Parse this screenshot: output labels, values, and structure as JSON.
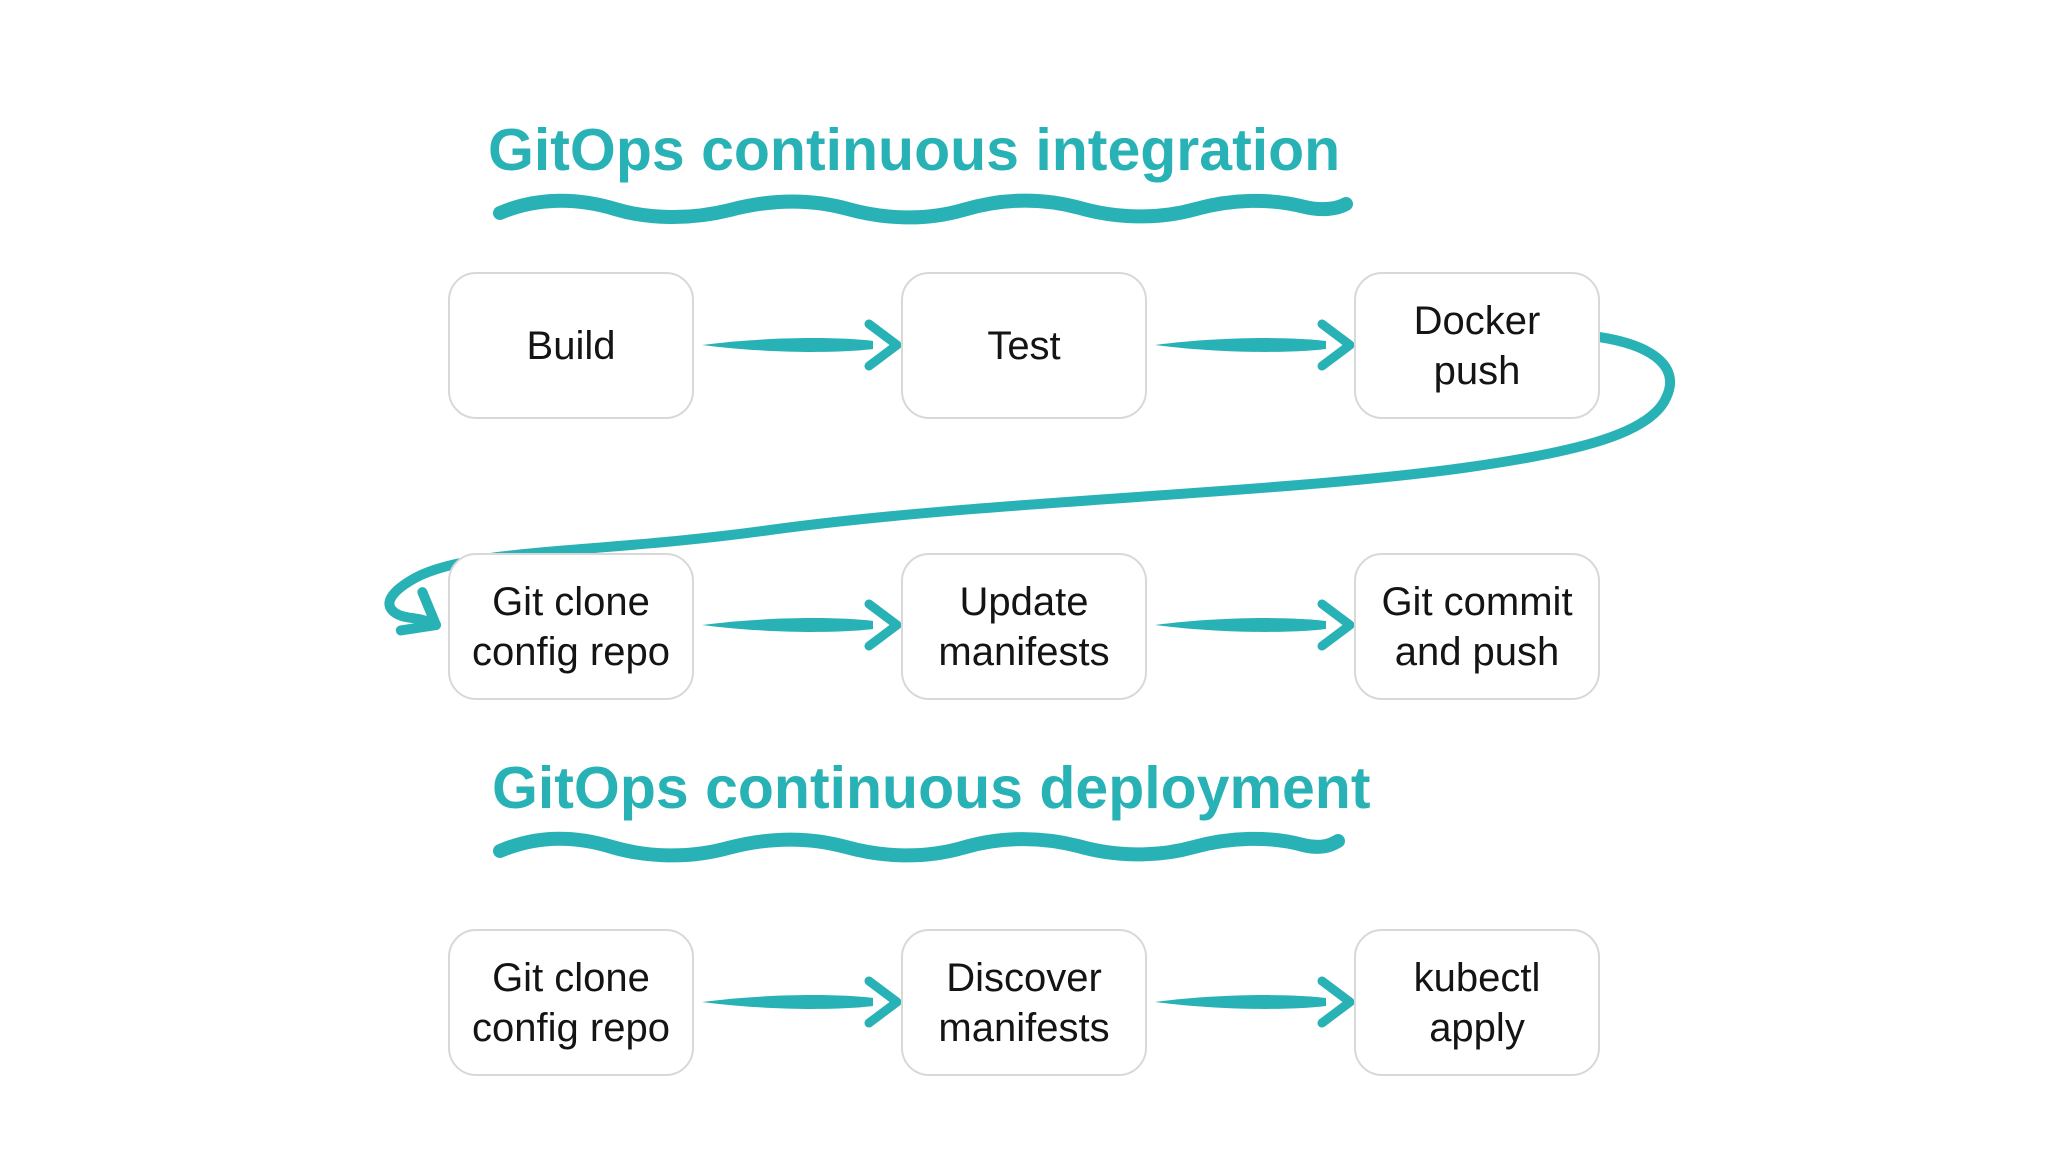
{
  "colors": {
    "accent": "#29b2b6",
    "box_border": "#d8d8d8",
    "box_fill": "#ffffff",
    "label_text": "#141414",
    "page_bg": "#ffffff"
  },
  "ci": {
    "title": "GitOps continuous integration",
    "row1": [
      {
        "line1": "Build"
      },
      {
        "line1": "Test"
      },
      {
        "line1": "Docker",
        "line2": "push"
      }
    ],
    "row2": [
      {
        "line1": "Git clone",
        "line2": "config repo"
      },
      {
        "line1": "Update",
        "line2": "manifests"
      },
      {
        "line1": "Git commit",
        "line2": "and push"
      }
    ]
  },
  "cd": {
    "title": "GitOps continuous deployment",
    "row": [
      {
        "line1": "Git clone",
        "line2": "config repo"
      },
      {
        "line1": "Discover",
        "line2": "manifests"
      },
      {
        "line1": "kubectl",
        "line2": "apply"
      }
    ]
  }
}
